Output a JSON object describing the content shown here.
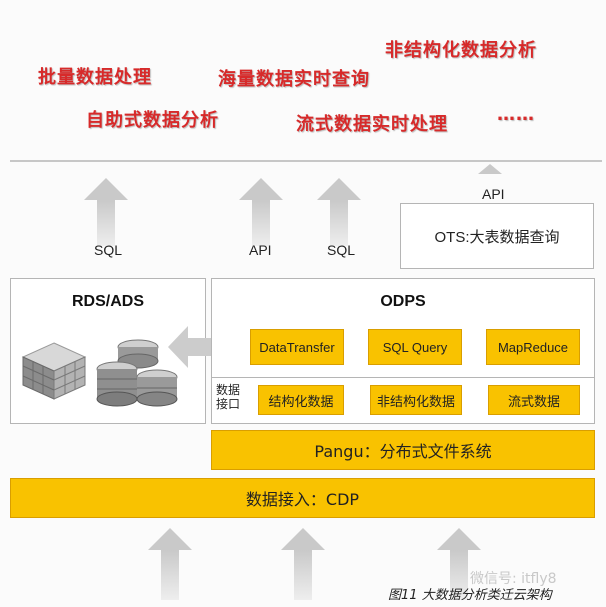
{
  "scenarios": {
    "batch": "批量数据处理",
    "realtime_query": "海量数据实时查询",
    "unstructured": "非结构化数据分析",
    "self_service": "自助式数据分析",
    "stream": "流式数据实时处理",
    "more": "……"
  },
  "arrows": {
    "sql_left": "SQL",
    "api_mid": "API",
    "sql_mid": "SQL",
    "api_right": "API"
  },
  "ots": {
    "label": "OTS:大表数据查询"
  },
  "rds": {
    "title": "RDS/ADS"
  },
  "odps": {
    "title": "ODPS",
    "services": [
      "DataTransfer",
      "SQL Query",
      "MapReduce"
    ],
    "interface_label_1": "数据",
    "interface_label_2": "接口",
    "data_types": [
      "结构化数据",
      "非结构化数据",
      "流式数据"
    ]
  },
  "pangu": {
    "label": "Pangu：分布式文件系统"
  },
  "cdp": {
    "label": "数据接入：CDP"
  },
  "caption": "图11 大数据分析类迁云架构",
  "watermark": "微信号: itfly8",
  "colors": {
    "accent_red": "#d72a2a",
    "yellow": "#f9c200",
    "arrow_gray": "#c9c9c9"
  }
}
